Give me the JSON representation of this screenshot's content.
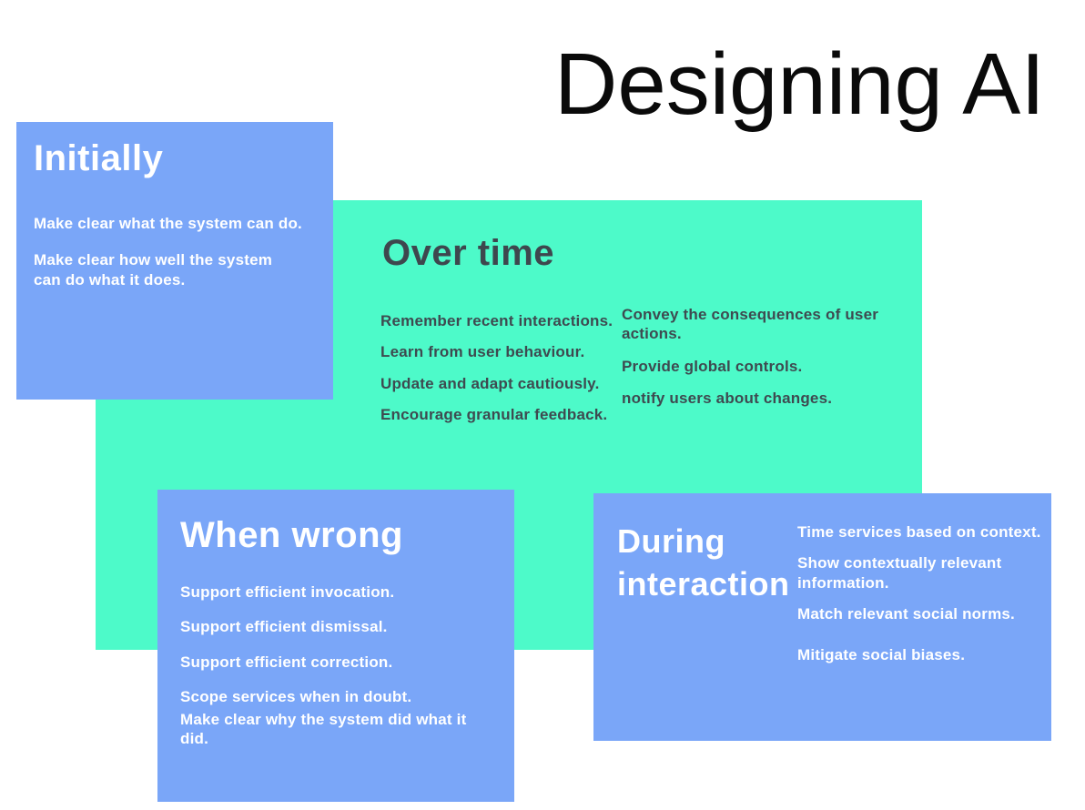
{
  "title": "Designing AI",
  "colors": {
    "card_blue": "#7AA6F8",
    "card_teal": "#4DFAC9",
    "heading_dark": "#3E474E",
    "text_on_teal": "#3E4A50",
    "text_on_blue": "#FFFFFF",
    "title_black": "#0A0A0A"
  },
  "cards": {
    "initially": {
      "heading": "Initially",
      "items": [
        "Make clear what the system can do.",
        "Make clear how well the system can do what it does."
      ]
    },
    "over_time": {
      "heading": "Over time",
      "col1": [
        "Remember recent interactions.",
        "Learn from user behaviour.",
        "Update and adapt cautiously.",
        "Encourage granular feedback."
      ],
      "col2": [
        "Convey the consequences of user actions.",
        "Provide global controls.",
        "notify users about changes."
      ]
    },
    "when_wrong": {
      "heading": "When wrong",
      "items": [
        "Support efficient invocation.",
        "Support efficient dismissal.",
        "Support efficient correction.",
        "Scope services when in doubt.",
        "Make clear why the system did what it did."
      ]
    },
    "during_interaction": {
      "heading": "During interaction",
      "items": [
        "Time services based on context.",
        "Show contextually relevant information.",
        "Match relevant social norms.",
        "Mitigate social biases."
      ]
    }
  }
}
